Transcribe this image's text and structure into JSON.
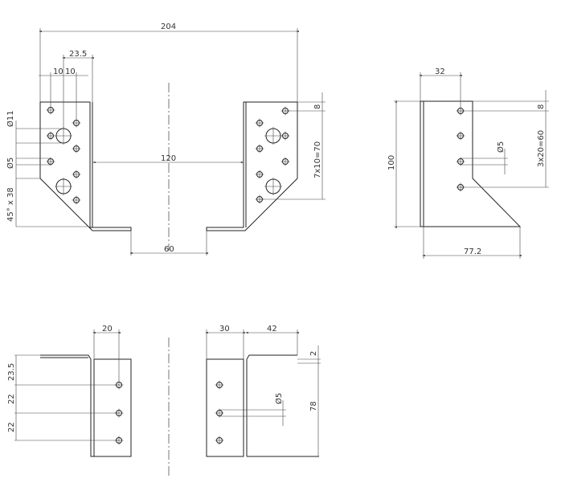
{
  "front_view": {
    "overall_width": "204",
    "hole_offset": "23.5",
    "hole_pitch_a": "10",
    "hole_pitch_b": "10",
    "large_hole": "Ø11",
    "small_hole": "Ø5",
    "chamfer": "45° x 38",
    "inner_width": "120",
    "bottom_width": "60",
    "top_offset": "8",
    "hole_spacing": "7x10=70"
  },
  "side_view": {
    "hole_offset": "32",
    "height": "100",
    "depth": "77.2",
    "top_offset": "8",
    "hole_spacing": "3x20=60",
    "hole_diameter": "Ø5"
  },
  "bottom_left_view": {
    "hole_offset": "20",
    "first_spacing": "23.5",
    "spacing_1": "22",
    "spacing_2": "22"
  },
  "bottom_right_view": {
    "plate_width": "30",
    "flange_width": "42",
    "thickness": "2",
    "height": "78",
    "hole_diameter": "Ø5"
  }
}
